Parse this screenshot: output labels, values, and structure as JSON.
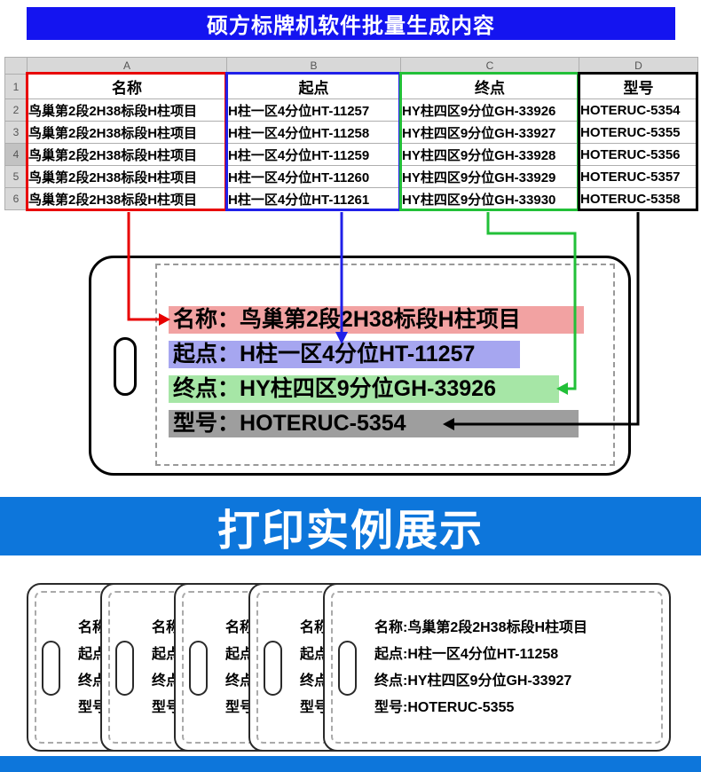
{
  "banner_top": {
    "text": "硕方标牌机软件批量生成内容"
  },
  "colors": {
    "banner_top_bg": "#1414f0",
    "banner_print_bg": "#0d76db",
    "red": "#e80000",
    "blue": "#2020e8",
    "green": "#22c038",
    "black": "#000000",
    "highlight_pink": "#f2a2a2",
    "highlight_blue": "#a6a6f0",
    "highlight_green": "#a6e6a6",
    "highlight_grey": "#9e9e9e"
  },
  "spreadsheet": {
    "col_letters": [
      "A",
      "B",
      "C",
      "D"
    ],
    "row_numbers": [
      "1",
      "2",
      "3",
      "4",
      "5",
      "6"
    ],
    "headers": [
      "名称",
      "起点",
      "终点",
      "型号"
    ],
    "rows": [
      {
        "name": "鸟巢第2段2H38标段H柱项目",
        "start": "H柱一区4分位HT-11257",
        "end": "HY柱四区9分位GH-33926",
        "model": "HOTERUC-5354"
      },
      {
        "name": "鸟巢第2段2H38标段H柱项目",
        "start": "H柱一区4分位HT-11258",
        "end": "HY柱四区9分位GH-33927",
        "model": "HOTERUC-5355"
      },
      {
        "name": "鸟巢第2段2H38标段H柱项目",
        "start": "H柱一区4分位HT-11259",
        "end": "HY柱四区9分位GH-33928",
        "model": "HOTERUC-5356"
      },
      {
        "name": "鸟巢第2段2H38标段H柱项目",
        "start": "H柱一区4分位HT-11260",
        "end": "HY柱四区9分位GH-33929",
        "model": "HOTERUC-5357"
      },
      {
        "name": "鸟巢第2段2H38标段H柱项目",
        "start": "H柱一区4分位HT-11261",
        "end": "HY柱四区9分位GH-33930",
        "model": "HOTERUC-5358"
      }
    ]
  },
  "preview_tag": {
    "lines": [
      {
        "label": "名称：",
        "value": "鸟巢第2段2H38标段H柱项目"
      },
      {
        "label": "起点：",
        "value": "H柱一区4分位HT-11257"
      },
      {
        "label": "终点：",
        "value": "HY柱四区9分位GH-33926"
      },
      {
        "label": "型号：",
        "value": "HOTERUC-5354"
      }
    ]
  },
  "banner_print": {
    "text": "打印实例展示"
  },
  "printed": {
    "front_lines": [
      "名称:鸟巢第2段2H38标段H柱项目",
      "起点:H柱一区4分位HT-11258",
      "终点:HY柱四区9分位GH-33927",
      "型号:HOTERUC-5355"
    ],
    "back_labels": [
      "名称:",
      "起点:",
      "终点:",
      "型号:"
    ]
  }
}
